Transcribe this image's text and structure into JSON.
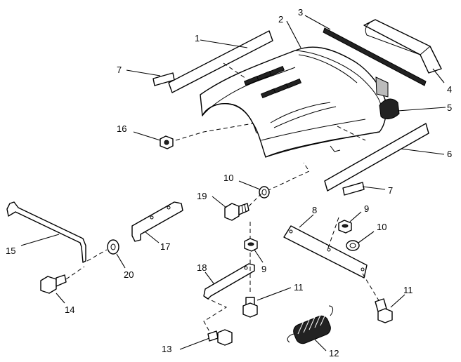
{
  "labels": {
    "l1": "1",
    "l2": "2",
    "l3": "3",
    "l4": "4",
    "l5": "5",
    "l6": "6",
    "l7a": "7",
    "l7b": "7",
    "l8": "8",
    "l9a": "9",
    "l9b": "9",
    "l10a": "10",
    "l10b": "10",
    "l11a": "11",
    "l11b": "11",
    "l12": "12",
    "l13": "13",
    "l14": "14",
    "l15": "15",
    "l16": "16",
    "l17": "17",
    "l18": "18",
    "l19": "19",
    "l20": "20"
  },
  "colors": {
    "line": "#000000",
    "background": "#ffffff",
    "shade": "#222222"
  }
}
